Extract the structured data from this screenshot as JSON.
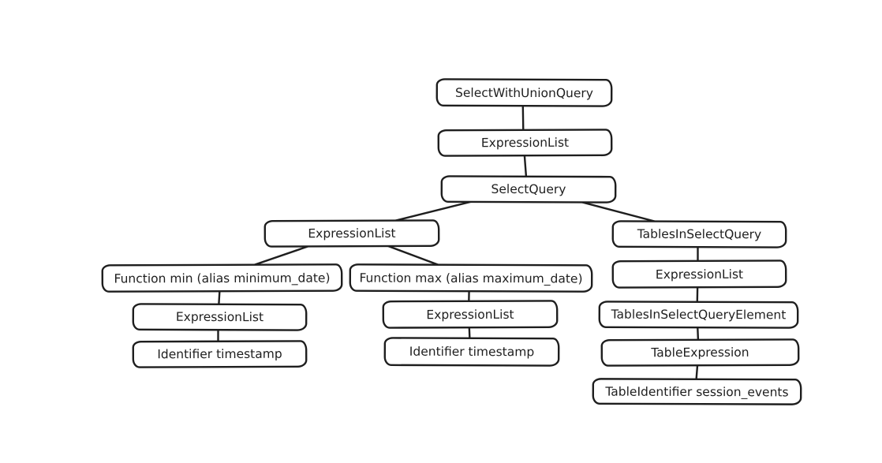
{
  "diagram": {
    "type": "tree",
    "stroke_color": "#1e1e1e",
    "background_color": "#ffffff",
    "nodes": [
      {
        "id": "select-with-union-query",
        "label": "SelectWithUnionQuery"
      },
      {
        "id": "expression-list-top",
        "label": "ExpressionList"
      },
      {
        "id": "select-query",
        "label": "SelectQuery"
      },
      {
        "id": "expression-list-left",
        "label": "ExpressionList"
      },
      {
        "id": "tables-in-select-query",
        "label": "TablesInSelectQuery"
      },
      {
        "id": "function-min",
        "label": "Function min (alias minimum_date)"
      },
      {
        "id": "function-max",
        "label": "Function max (alias maximum_date)"
      },
      {
        "id": "expression-list-right",
        "label": "ExpressionList"
      },
      {
        "id": "expression-list-min",
        "label": "ExpressionList"
      },
      {
        "id": "expression-list-max",
        "label": "ExpressionList"
      },
      {
        "id": "tables-in-select-query-element",
        "label": "TablesInSelectQueryElement"
      },
      {
        "id": "identifier-timestamp-min",
        "label": "Identifier timestamp"
      },
      {
        "id": "identifier-timestamp-max",
        "label": "Identifier timestamp"
      },
      {
        "id": "table-expression",
        "label": "TableExpression"
      },
      {
        "id": "table-identifier-session-events",
        "label": "TableIdentifier session_events"
      }
    ],
    "edges": [
      {
        "from": "select-with-union-query",
        "to": "expression-list-top"
      },
      {
        "from": "expression-list-top",
        "to": "select-query"
      },
      {
        "from": "select-query",
        "to": "expression-list-left"
      },
      {
        "from": "select-query",
        "to": "tables-in-select-query"
      },
      {
        "from": "expression-list-left",
        "to": "function-min"
      },
      {
        "from": "expression-list-left",
        "to": "function-max"
      },
      {
        "from": "function-min",
        "to": "expression-list-min"
      },
      {
        "from": "expression-list-min",
        "to": "identifier-timestamp-min"
      },
      {
        "from": "function-max",
        "to": "expression-list-max"
      },
      {
        "from": "expression-list-max",
        "to": "identifier-timestamp-max"
      },
      {
        "from": "tables-in-select-query",
        "to": "expression-list-right"
      },
      {
        "from": "expression-list-right",
        "to": "tables-in-select-query-element"
      },
      {
        "from": "tables-in-select-query-element",
        "to": "table-expression"
      },
      {
        "from": "table-expression",
        "to": "table-identifier-session-events"
      }
    ]
  }
}
